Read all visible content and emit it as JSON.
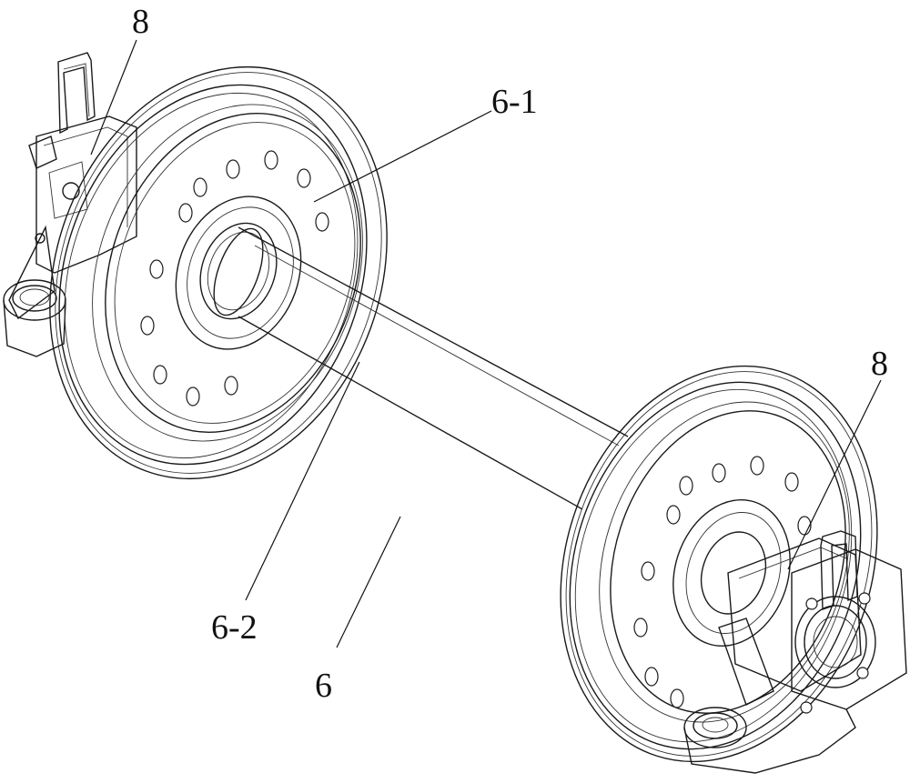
{
  "labels": {
    "top_left_component": "8",
    "wheel_label": "6-1",
    "right_component": "8",
    "axle_label": "6-2",
    "assembly_label": "6"
  }
}
